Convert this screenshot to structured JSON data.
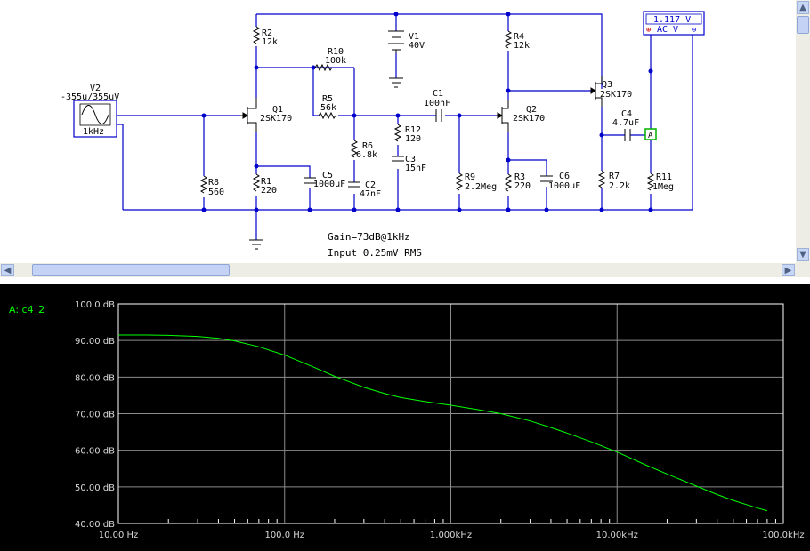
{
  "schematic": {
    "components": {
      "V2": {
        "ref": "V2",
        "value": "-355u/355uV",
        "freq": "1kHz"
      },
      "R2": {
        "ref": "R2",
        "value": "12k"
      },
      "R10": {
        "ref": "R10",
        "value": "100k"
      },
      "R5": {
        "ref": "R5",
        "value": "56k"
      },
      "V1": {
        "ref": "V1",
        "value": "40V"
      },
      "Q1": {
        "ref": "Q1",
        "value": "2SK170"
      },
      "R6": {
        "ref": "R6",
        "value": "6.8k"
      },
      "R12": {
        "ref": "R12",
        "value": "120"
      },
      "C1": {
        "ref": "C1",
        "value": "100nF"
      },
      "C3": {
        "ref": "C3",
        "value": "15nF"
      },
      "C5": {
        "ref": "C5",
        "value": "1000uF"
      },
      "R1": {
        "ref": "R1",
        "value": "220"
      },
      "R8": {
        "ref": "R8",
        "value": "560"
      },
      "C2": {
        "ref": "C2",
        "value": "47nF"
      },
      "R9": {
        "ref": "R9",
        "value": "2.2Meg"
      },
      "R4": {
        "ref": "R4",
        "value": "12k"
      },
      "Q2": {
        "ref": "Q2",
        "value": "2SK170"
      },
      "R3": {
        "ref": "R3",
        "value": "220"
      },
      "C6": {
        "ref": "C6",
        "value": "1000uF"
      },
      "Q3": {
        "ref": "Q3",
        "value": "2SK170"
      },
      "C4": {
        "ref": "C4",
        "value": "4.7uF"
      },
      "R7": {
        "ref": "R7",
        "value": "2.2k"
      },
      "R11": {
        "ref": "R11",
        "value": "1Meg"
      }
    },
    "probe_label": "A",
    "voltmeter": {
      "reading": "1.117 V",
      "plus": "⊕",
      "mode": "AC  V",
      "minus": "⊖"
    },
    "notes": [
      "Gain=73dB@1kHz",
      "Input 0.25mV RMS"
    ],
    "colors": {
      "wire": "#0000cc",
      "part": "#000000",
      "probe": "#00b000",
      "meter": "#0000cc"
    }
  },
  "scrollbars": {
    "up": "▲",
    "down": "▼",
    "left": "◀",
    "right": "▶"
  },
  "chart_data": {
    "type": "line",
    "trace_label": "A: c4_2",
    "xscale": "log",
    "xlim": [
      10,
      100000
    ],
    "ylim": [
      40,
      100
    ],
    "y_ticks": [
      "100.0 dB",
      "90.00 dB",
      "80.00 dB",
      "70.00 dB",
      "60.00 dB",
      "50.00 dB",
      "40.00 dB"
    ],
    "x_ticks": [
      "10.00 Hz",
      "100.0 Hz",
      "1.000kHz",
      "10.00kHz",
      "100.0kHz"
    ],
    "grid": true,
    "series": [
      {
        "name": "A: c4_2",
        "color": "#00ff00",
        "x": [
          10,
          15,
          20,
          30,
          40,
          50,
          70,
          100,
          150,
          200,
          300,
          400,
          500,
          700,
          1000,
          1500,
          2000,
          3000,
          4000,
          5000,
          7000,
          10000,
          15000,
          20000,
          30000,
          40000,
          50000,
          70000,
          80000
        ],
        "y": [
          91.5,
          91.5,
          91.4,
          91.1,
          90.6,
          89.9,
          88.3,
          86.0,
          82.7,
          80.2,
          77.2,
          75.5,
          74.4,
          73.3,
          72.3,
          71.0,
          70.0,
          68.0,
          66.2,
          64.7,
          62.3,
          59.5,
          55.9,
          53.5,
          50.2,
          47.9,
          46.3,
          44.2,
          43.5
        ]
      }
    ],
    "colors": {
      "background": "#000000",
      "grid": "#8c8c8c",
      "frame": "#ffffff",
      "label": "#d9d9d9",
      "trace_label": "#00ff00"
    }
  }
}
